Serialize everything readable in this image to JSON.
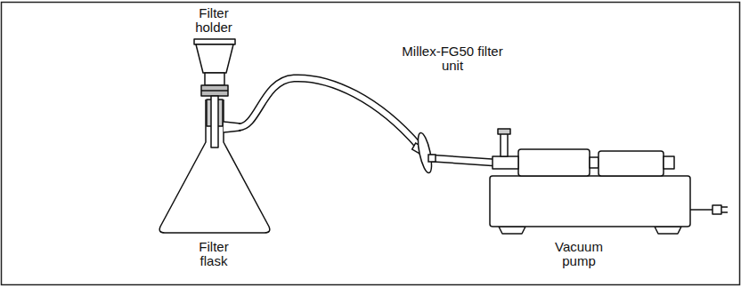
{
  "diagram": {
    "labels": [
      "Filter holder",
      "Millex-FG50 filter unit",
      "Filter flask",
      "Vacuum pump"
    ]
  }
}
